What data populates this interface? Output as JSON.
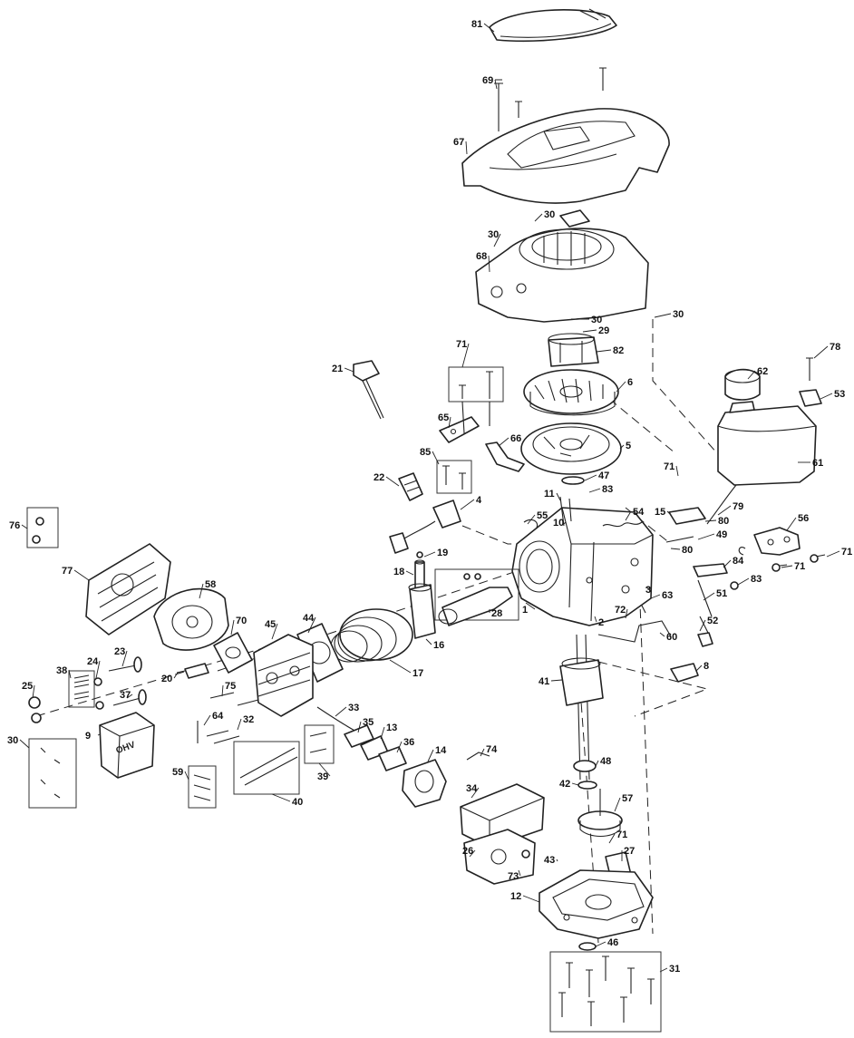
{
  "diagram": {
    "type": "exploded-parts-view",
    "logo_text": "OHV",
    "callouts": [
      {
        "id": "c81",
        "label": "81"
      },
      {
        "id": "c69",
        "label": "69"
      },
      {
        "id": "c67",
        "label": "67"
      },
      {
        "id": "c30a",
        "label": "30"
      },
      {
        "id": "c30b",
        "label": "30"
      },
      {
        "id": "c68",
        "label": "68"
      },
      {
        "id": "c30c",
        "label": "30"
      },
      {
        "id": "c29",
        "label": "29"
      },
      {
        "id": "c30d",
        "label": "30"
      },
      {
        "id": "c82",
        "label": "82"
      },
      {
        "id": "c71a",
        "label": "71"
      },
      {
        "id": "c21",
        "label": "21"
      },
      {
        "id": "c6",
        "label": "6"
      },
      {
        "id": "c62",
        "label": "62"
      },
      {
        "id": "c78",
        "label": "78"
      },
      {
        "id": "c53",
        "label": "53"
      },
      {
        "id": "c65",
        "label": "65"
      },
      {
        "id": "c66",
        "label": "66"
      },
      {
        "id": "c5",
        "label": "5"
      },
      {
        "id": "c85",
        "label": "85"
      },
      {
        "id": "c22",
        "label": "22"
      },
      {
        "id": "c47",
        "label": "47"
      },
      {
        "id": "c83a",
        "label": "83"
      },
      {
        "id": "c61",
        "label": "61"
      },
      {
        "id": "c71b",
        "label": "71"
      },
      {
        "id": "c11",
        "label": "11"
      },
      {
        "id": "c4",
        "label": "4"
      },
      {
        "id": "c55",
        "label": "55"
      },
      {
        "id": "c10",
        "label": "10"
      },
      {
        "id": "c54",
        "label": "54"
      },
      {
        "id": "c15",
        "label": "15"
      },
      {
        "id": "c79",
        "label": "79"
      },
      {
        "id": "c80a",
        "label": "80"
      },
      {
        "id": "c49",
        "label": "49"
      },
      {
        "id": "c80b",
        "label": "80"
      },
      {
        "id": "c56",
        "label": "56"
      },
      {
        "id": "c71c",
        "label": "71"
      },
      {
        "id": "c71d",
        "label": "71"
      },
      {
        "id": "c76",
        "label": "76"
      },
      {
        "id": "c19",
        "label": "19"
      },
      {
        "id": "c18",
        "label": "18"
      },
      {
        "id": "c84",
        "label": "84"
      },
      {
        "id": "c83b",
        "label": "83"
      },
      {
        "id": "c77",
        "label": "77"
      },
      {
        "id": "c58",
        "label": "58"
      },
      {
        "id": "c3",
        "label": "3"
      },
      {
        "id": "c63",
        "label": "63"
      },
      {
        "id": "c51",
        "label": "51"
      },
      {
        "id": "c2",
        "label": "2"
      },
      {
        "id": "c72",
        "label": "72"
      },
      {
        "id": "c1",
        "label": "1"
      },
      {
        "id": "c28",
        "label": "28"
      },
      {
        "id": "c52",
        "label": "52"
      },
      {
        "id": "c70",
        "label": "70"
      },
      {
        "id": "c45",
        "label": "45"
      },
      {
        "id": "c44",
        "label": "44"
      },
      {
        "id": "c16",
        "label": "16"
      },
      {
        "id": "c60",
        "label": "60"
      },
      {
        "id": "c23",
        "label": "23"
      },
      {
        "id": "c24",
        "label": "24"
      },
      {
        "id": "c38",
        "label": "38"
      },
      {
        "id": "c20",
        "label": "20"
      },
      {
        "id": "c75",
        "label": "75"
      },
      {
        "id": "c17",
        "label": "17"
      },
      {
        "id": "c25",
        "label": "25"
      },
      {
        "id": "c37",
        "label": "37"
      },
      {
        "id": "c41",
        "label": "41"
      },
      {
        "id": "c8",
        "label": "8"
      },
      {
        "id": "c33",
        "label": "33"
      },
      {
        "id": "c64",
        "label": "64"
      },
      {
        "id": "c32",
        "label": "32"
      },
      {
        "id": "c35",
        "label": "35"
      },
      {
        "id": "c13",
        "label": "13"
      },
      {
        "id": "c30e",
        "label": "30"
      },
      {
        "id": "c9",
        "label": "9"
      },
      {
        "id": "c36",
        "label": "36"
      },
      {
        "id": "c14",
        "label": "14"
      },
      {
        "id": "c74",
        "label": "74"
      },
      {
        "id": "c48",
        "label": "48"
      },
      {
        "id": "c59",
        "label": "59"
      },
      {
        "id": "c39",
        "label": "39"
      },
      {
        "id": "c40",
        "label": "40"
      },
      {
        "id": "c34",
        "label": "34"
      },
      {
        "id": "c42",
        "label": "42"
      },
      {
        "id": "c57",
        "label": "57"
      },
      {
        "id": "c71e",
        "label": "71"
      },
      {
        "id": "c27",
        "label": "27"
      },
      {
        "id": "c26",
        "label": "26"
      },
      {
        "id": "c43",
        "label": "43"
      },
      {
        "id": "c73",
        "label": "73"
      },
      {
        "id": "c12",
        "label": "12"
      },
      {
        "id": "c46",
        "label": "46"
      },
      {
        "id": "c31",
        "label": "31"
      }
    ]
  }
}
